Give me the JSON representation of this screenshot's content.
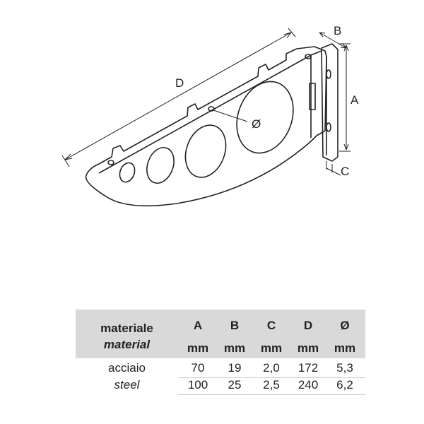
{
  "drawing": {
    "labels": {
      "d": "D",
      "b": "B",
      "a": "A",
      "c": "C",
      "dia": "Ø"
    }
  },
  "table": {
    "material_it": "materiale",
    "material_en": "material",
    "columns": [
      {
        "name": "A",
        "unit": "mm"
      },
      {
        "name": "B",
        "unit": "mm"
      },
      {
        "name": "C",
        "unit": "mm"
      },
      {
        "name": "D",
        "unit": "mm"
      },
      {
        "name": "Ø",
        "unit": "mm"
      }
    ],
    "material_row_it": "acciaio",
    "material_row_en": "steel",
    "rows": [
      [
        "70",
        "19",
        "2,0",
        "172",
        "5,3"
      ],
      [
        "100",
        "25",
        "2,5",
        "240",
        "6,2"
      ]
    ]
  }
}
